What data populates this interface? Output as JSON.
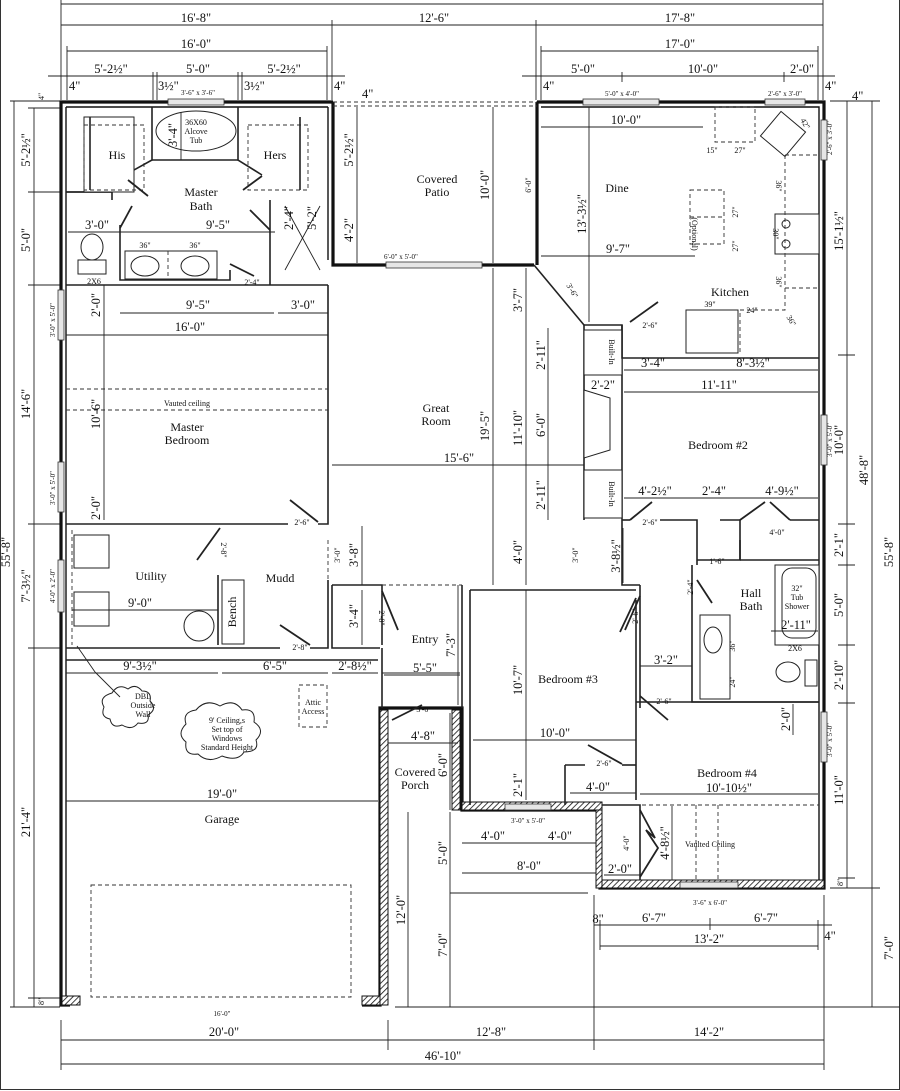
{
  "title": "Floor Plan",
  "overall": {
    "width_total": "46'-10\"",
    "depth_total": "55'-8\"",
    "depth_main": "48'-8\""
  },
  "top_dims": {
    "row1": [
      "16'-8\"",
      "12'-6\"",
      "17'-8\""
    ],
    "row2": [
      "16'-0\"",
      "17'-0\""
    ],
    "row3_left": [
      "5'-2½\"",
      "5'-0\"",
      "5'-2½\""
    ],
    "row3_left_small": [
      "4\"",
      "3½\"",
      "3½\"",
      "4\""
    ],
    "row3_right": [
      "5'-0\"",
      "10'-0\"",
      "2'-0\""
    ],
    "row3_right_small": [
      "4\"",
      "4\"",
      "4\""
    ],
    "windows": [
      "3'-6\" x 3'-6\"",
      "5'-0\" x 4'-0\"",
      "2'-6\" x 3'-0\""
    ]
  },
  "left_dims": [
    "4\"",
    "5'-2½\"",
    "5'-0\"",
    "14'-6\"",
    "7'-3½\"",
    "21'-4\"",
    "8\""
  ],
  "left_windows": [
    "3'-0\" x 5'-0\"",
    "3'-0\" x 5'-0\"",
    "4'-0\" x 2'-0\""
  ],
  "right_dims": [
    "4\"",
    "15'-1½\"",
    "10'-0\"",
    "2'-1\"",
    "5'-0\"",
    "2'-10\"",
    "11'-0\"",
    "8\"",
    "7'-0\""
  ],
  "right_windows": [
    "2'-6\" x 3'-0\"",
    "3'-0\" x 5'-0\"",
    "3'-0\" x 5'-0\""
  ],
  "bottom_dims": {
    "row1": [
      "20'-0\"",
      "12'-8\"",
      "14'-2\""
    ],
    "total": "46'-10\"",
    "garage_door": "16'-0\"",
    "bed4_row": [
      "8\"",
      "6'-7\"",
      "6'-7\"",
      "4\""
    ],
    "bed4_total": "13'-2\"",
    "bed4_window": "3'-6\" x 6'-0\""
  },
  "rooms": {
    "master_bath": {
      "label": "Master\nBath",
      "his": "His",
      "hers": "Hers",
      "tub": [
        "36X60",
        "Alcove",
        "Tub"
      ],
      "dims": [
        "3'-4\"",
        "3'-0\"",
        "4\"",
        "9'-5\"",
        "2'-4\"",
        "5'-2\"",
        "2'-0\"",
        "2'-0\"",
        "36\"",
        "36\"",
        "2'-4\"",
        "2X6"
      ]
    },
    "master_bedroom": {
      "label": [
        "Master",
        "Bedroom"
      ],
      "note": "Vauted ceiling",
      "dims": [
        "9'-5\"",
        "3'-0\"",
        "16'-0\"",
        "10'-6\"",
        "2'-0\"",
        "2'-0\"",
        "2'-6\""
      ]
    },
    "covered_patio": {
      "label": [
        "Covered",
        "Patio"
      ],
      "dims": [
        "5'-2½\"",
        "4'-2\"",
        "10'-0\"",
        "6'-0\""
      ],
      "window": "6'-0\" x 5'-0\""
    },
    "dine": {
      "label": "Dine",
      "dims": [
        "10'-0\"",
        "13'-3½\"",
        "9'-7\"",
        "3'-6\""
      ]
    },
    "kitchen": {
      "label": "Kitchen",
      "island": "(Optional)",
      "dims": [
        "15\"",
        "27\"",
        "42\"",
        "36\"",
        "27\"",
        "30\"",
        "27\"",
        "36\"",
        "39\"",
        "24\"",
        "36\"",
        "2'-6\""
      ]
    },
    "great_room": {
      "label": [
        "Great",
        "Room"
      ],
      "dims": [
        "19'-5\"",
        "15'-6\"",
        "3'-7\"",
        "11'-10\"",
        "2'-11\"",
        "6'-0\"",
        "2'-11\"",
        "4'-0\"",
        "3'-8\"",
        "3'-0\""
      ]
    },
    "built_in": "Built-In",
    "bedroom2": {
      "label": "Bedroom #2",
      "dims": [
        "3'-4\"",
        "8'-3½\"",
        "2'-2\"",
        "11'-11\"",
        "4'-2½\"",
        "2'-4\"",
        "4'-9½\"",
        "2'-6\"",
        "4'-0\""
      ]
    },
    "utility": {
      "label": "Utility",
      "dims": [
        "9'-0\"",
        "2'-8\""
      ]
    },
    "mudd": {
      "label": "Mudd",
      "bench": "Bench",
      "dims": [
        "2'-8\"",
        "3'-0\""
      ]
    },
    "entry": {
      "label": "Entry",
      "dims": [
        "3'-4\"",
        "2'-8\"",
        "7'-3\"",
        "5'-5\"",
        "3'-0\""
      ]
    },
    "hall_bath": {
      "label": [
        "Hall",
        "Bath"
      ],
      "tub": [
        "32\"",
        "Tub",
        "Shower"
      ],
      "dims": [
        "3'-8½\"",
        "1'-6\"",
        "2'-4\"",
        "2'-6\"",
        "2'-11\"",
        "2X6",
        "36\"",
        "24\"",
        "3'-2\"",
        "3'-0\""
      ]
    },
    "bedroom3": {
      "label": "Bedroom #3",
      "dims": [
        "10'-7\"",
        "10'-0\"",
        "2'-1\"",
        "2'-6\"",
        "4'-0\"",
        "2'-6\""
      ]
    },
    "bedroom4": {
      "label": "Bedroom #4",
      "note": "Vaulted Ceiling",
      "dims": [
        "2'-0\"",
        "10'-10½\"",
        "4'-8½\"",
        "2'-0\"",
        "4'-0\"",
        "2'-6\""
      ]
    },
    "garage": {
      "label": "Garage",
      "dims": [
        "9'-3½\"",
        "6'-5\"",
        "2'-8½\"",
        "5'-5\"",
        "19'-0\""
      ],
      "note_dbl": [
        "DBL",
        "Outside",
        "Wall"
      ],
      "note_ceiling": [
        "9' Ceiling,s",
        "Set top of",
        "Windows",
        "Standard Height"
      ],
      "attic": [
        "Attic",
        "Access"
      ]
    },
    "covered_porch": {
      "label": [
        "Covered",
        "Porch"
      ],
      "dims": [
        "3'-0\"",
        "4'-8\"",
        "6'-0\""
      ]
    },
    "front": {
      "window": "3'-0\" x 5'-0\"",
      "dims": [
        "4'-0\"",
        "4'-0\"",
        "8'-0\"",
        "5'-0\"",
        "12'-0\"",
        "7'-0\""
      ]
    }
  }
}
